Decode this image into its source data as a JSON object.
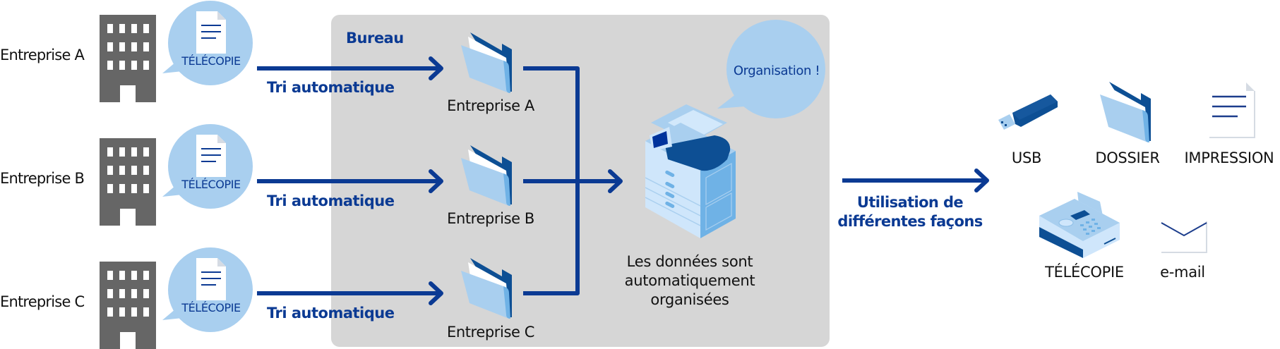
{
  "companies": [
    {
      "label": "Entreprise A",
      "bubble": "TÉLÉCOPIE",
      "arrow_label": "Tri automatique"
    },
    {
      "label": "Entreprise B",
      "bubble": "TÉLÉCOPIE",
      "arrow_label": "Tri automatique"
    },
    {
      "label": "Entreprise C",
      "bubble": "TÉLÉCOPIE",
      "arrow_label": "Tri automatique"
    }
  ],
  "office": {
    "title": "Bureau",
    "folders": [
      "Entreprise A",
      "Entreprise B",
      "Entreprise C"
    ],
    "speech": "Organisation !",
    "caption_lines": [
      "Les données sont",
      "automatiquement",
      "organisées"
    ]
  },
  "output": {
    "arrow_label_lines": [
      "Utilisation de",
      "différentes façons"
    ],
    "destinations": [
      {
        "label": "USB",
        "icon": "usb-drive-icon"
      },
      {
        "label": "DOSSIER",
        "icon": "folder-icon"
      },
      {
        "label": "IMPRESSION",
        "icon": "document-icon"
      },
      {
        "label": "TÉLÉCOPIE",
        "icon": "fax-machine-icon"
      },
      {
        "label": "e-mail",
        "icon": "envelope-icon"
      }
    ]
  },
  "colors": {
    "arrow": "#0b3a93",
    "bubble": "#a9cfef",
    "panel": "#d6d6d6",
    "building": "#666666",
    "folder": "#a9cfef",
    "folder_dark": "#0d4f94"
  }
}
